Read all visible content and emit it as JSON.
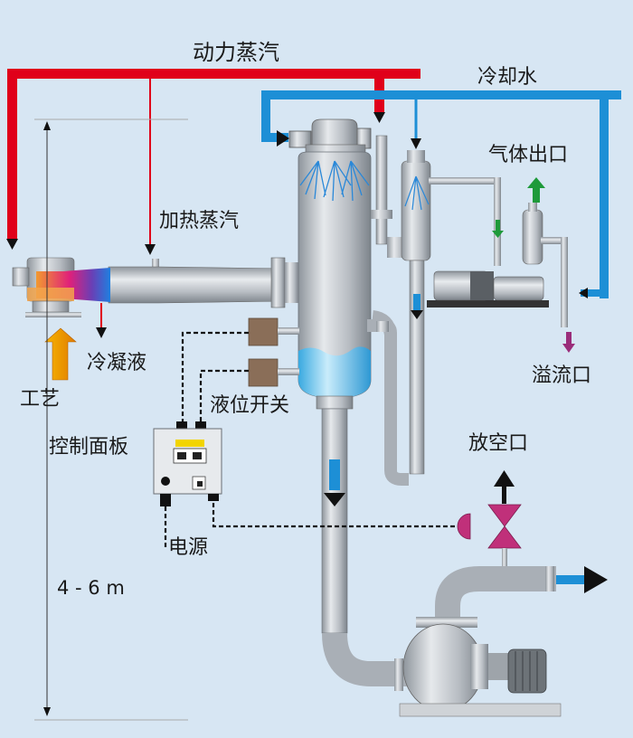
{
  "labels": {
    "motive_steam": "动力蒸汽",
    "cooling_water": "冷却水",
    "gas_outlet": "气体出口",
    "heating_steam": "加热蒸汽",
    "condensate": "冷凝液",
    "process": "工艺",
    "overflow": "溢流口",
    "level_switch": "液位开关",
    "control_panel": "控制面板",
    "vent": "放空口",
    "power": "电源",
    "height": "4 - 6 m"
  },
  "colors": {
    "background": "#d7e6f3",
    "steam_pipe": "#e0001a",
    "water_pipe": "#1d8fd6",
    "vessel_steel": "#b9bec4",
    "liquid": "#5cc6f2",
    "arrow_orange": "#f5a000",
    "arrow_green": "#1e9a3a",
    "arrow_purple": "#9a2d7a",
    "valve_magenta": "#c0307a"
  }
}
